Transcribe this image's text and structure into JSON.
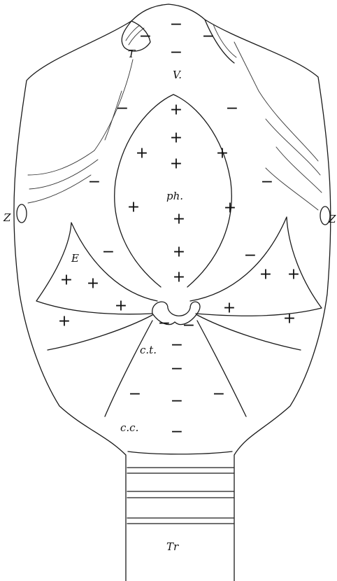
{
  "labels": {
    "T": "T",
    "V": "V.",
    "ph": "ph.",
    "Z_left": "Z",
    "Z_right": "Z",
    "E": "E",
    "ct": "c.t.",
    "cc": "c.c.",
    "Tr": "Tr"
  },
  "signs": {
    "plus": "+",
    "minus": "−"
  }
}
